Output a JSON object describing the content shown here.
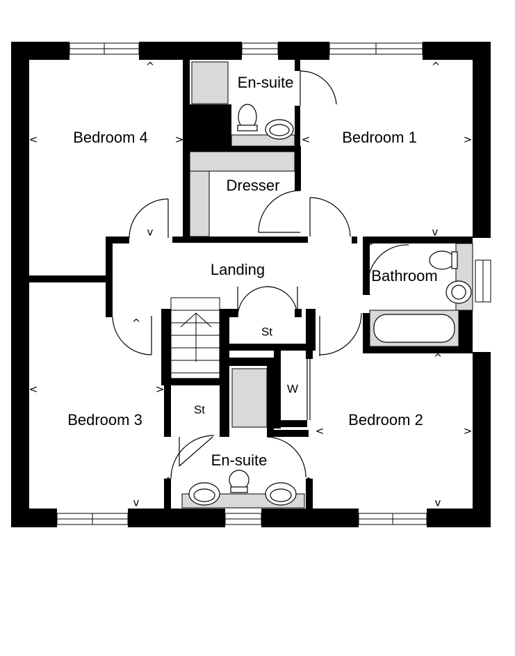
{
  "rooms": {
    "bedroom4": "Bedroom 4",
    "ensuite_top": "En-suite",
    "bedroom1": "Bedroom 1",
    "dresser": "Dresser",
    "landing": "Landing",
    "bathroom": "Bathroom",
    "store_landing": "St",
    "store_lower": "St",
    "wardrobe": "W",
    "bedroom3": "Bedroom 3",
    "bedroom2": "Bedroom 2",
    "ensuite_bottom": "En-suite"
  },
  "colors": {
    "wall": "#000000",
    "fixture_fill": "#d9d9d9",
    "background": "#ffffff"
  }
}
